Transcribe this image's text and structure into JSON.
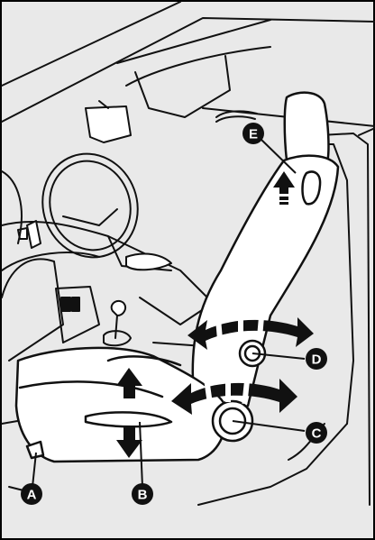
{
  "labels": {
    "a": "A",
    "b": "B",
    "c": "C",
    "d": "D",
    "e": "E"
  },
  "colors": {
    "background": "#e9e9e9",
    "frame": "#000000",
    "line": "#111111",
    "seat_fill": "#ffffff",
    "callout": "#111111",
    "callout_text": "#ffffff"
  }
}
